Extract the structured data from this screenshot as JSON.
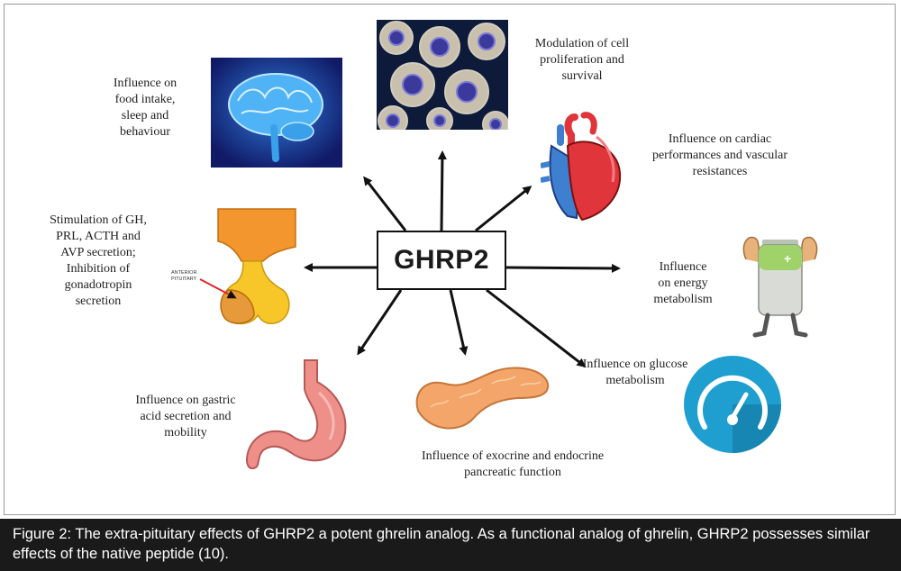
{
  "diagram": {
    "center_label": "GHRP2",
    "effects": {
      "food": "Influence on\nfood intake,\nsleep and\nbehaviour",
      "cells": "Modulation of cell\nproliferation and\nsurvival",
      "cardiac": "Influence on cardiac\nperformances and vascular\nresistances",
      "pituitary": "Stimulation of GH,\nPRL, ACTH and\nAVP secretion;\nInhibition of\ngonadotropin\nsecretion",
      "energy": "Influence\non energy\nmetabolism",
      "glucose": "Influence on glucose\nmetabolism",
      "gastric": "Influence on gastric\nacid secretion and\nmobility",
      "pancreas": "Influence of exocrine and endocrine\npancreatic function"
    },
    "pituitary_tag": "ANTERIOR\nPITUITARY"
  },
  "caption": "Figure 2: The extra-pituitary effects of GHRP2 a potent ghrelin analog. As a functional analog of ghrelin, GHRP2 possesses similar effects of the native peptide (10).",
  "colors": {
    "caption_bg": "#1a1a1a",
    "brain_bg": "#16247a",
    "cells_bg": "#0e1a3a",
    "heart_red": "#e0353a",
    "heart_blue": "#3f7fd0",
    "gastric_pink": "#ef8f8a",
    "pancreas_orange": "#f3a56a",
    "gauge_teal": "#1f9fcf",
    "pituitary_orange": "#f3962e",
    "pituitary_yellow": "#f7c628"
  },
  "icons": [
    "brain-image",
    "cells-image",
    "heart-icon",
    "pituitary-icon",
    "battery-mascot-icon",
    "gauge-icon",
    "stomach-icon",
    "pancreas-icon"
  ]
}
